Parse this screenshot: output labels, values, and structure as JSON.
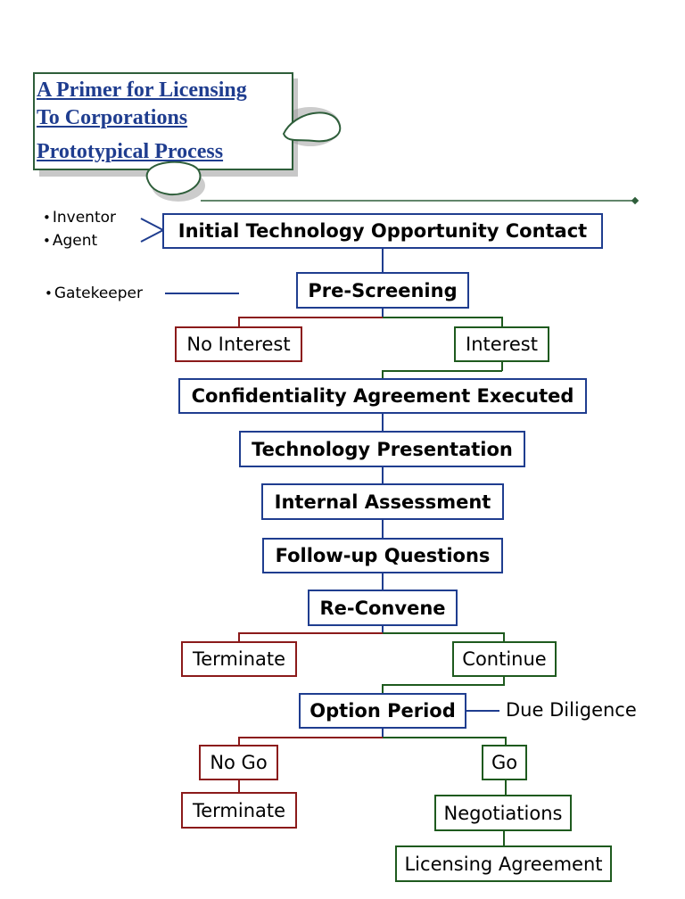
{
  "title": {
    "line1": "A Primer for Licensing",
    "line2": "To Corporations",
    "line3": "Prototypical Process"
  },
  "sources": [
    "Inventor",
    "Agent"
  ],
  "gatekeeper": "Gatekeeper",
  "due_diligence": "Due Diligence",
  "steps": {
    "initial_contact": "Initial Technology Opportunity Contact",
    "pre_screening": "Pre-Screening",
    "no_interest": "No Interest",
    "interest": "Interest",
    "confidentiality": "Confidentiality Agreement Executed",
    "tech_presentation": "Technology Presentation",
    "internal_assessment": "Internal Assessment",
    "follow_up": "Follow-up Questions",
    "reconvene": "Re-Convene",
    "terminate_1": "Terminate",
    "continue": "Continue",
    "option_period": "Option Period",
    "no_go": "No Go",
    "go": "Go",
    "terminate_2": "Terminate",
    "negotiations": "Negotiations",
    "licensing_agreement": "Licensing Agreement"
  },
  "colors": {
    "title_blue": "#1f3d8f",
    "box_blue": "#1f3d8f",
    "negative_red": "#8b1a1a",
    "positive_green": "#1e5a1e",
    "decor_green": "#2e5e3a"
  }
}
